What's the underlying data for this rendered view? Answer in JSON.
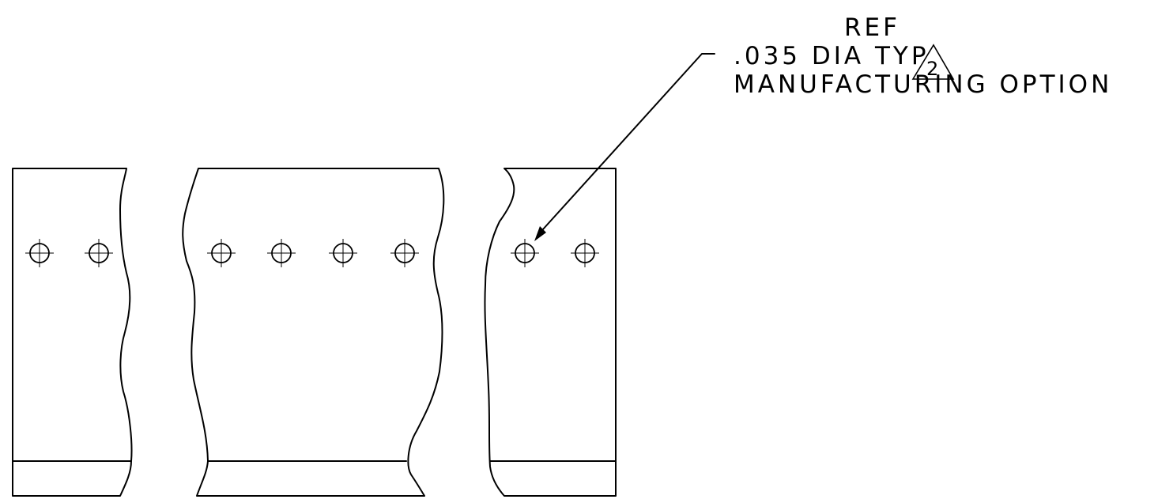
{
  "callout": {
    "line1": "REF",
    "line2": ".035 DIA TYP",
    "line3": "MANUFACTURING OPTION",
    "flag_number": "2"
  },
  "parts": [
    {
      "name": "left-segment",
      "hole_count": 2
    },
    {
      "name": "middle-segment",
      "hole_count": 4
    },
    {
      "name": "right-segment",
      "hole_count": 2
    }
  ]
}
